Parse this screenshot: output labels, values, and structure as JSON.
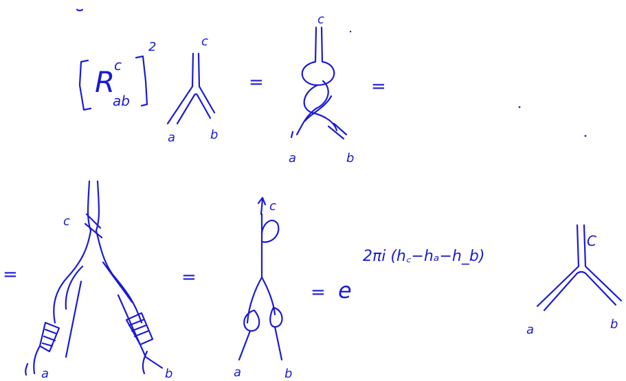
{
  "ink_color": "#1a1ad6",
  "row1": {
    "R": "R",
    "R_super": "c",
    "R_sub": "ab",
    "power": "2",
    "lhs_labels": {
      "top": "c",
      "left": "a",
      "right": "b"
    },
    "eq1": "=",
    "braid_labels": {
      "top": "c",
      "left": "a",
      "right": "b"
    },
    "eq2": "="
  },
  "row2": {
    "eq0": "=",
    "ribbon_labels": {
      "top": "c",
      "left": "a",
      "right": "b"
    },
    "eq1": "=",
    "loop_labels": {
      "top": "c",
      "left": "a",
      "right": "b"
    },
    "eq2": "=",
    "exp_base": "e",
    "exponent": "2πi (h꜀−hₐ−h_b)",
    "final_labels": {
      "top": "C",
      "left": "a",
      "right": "b"
    }
  }
}
